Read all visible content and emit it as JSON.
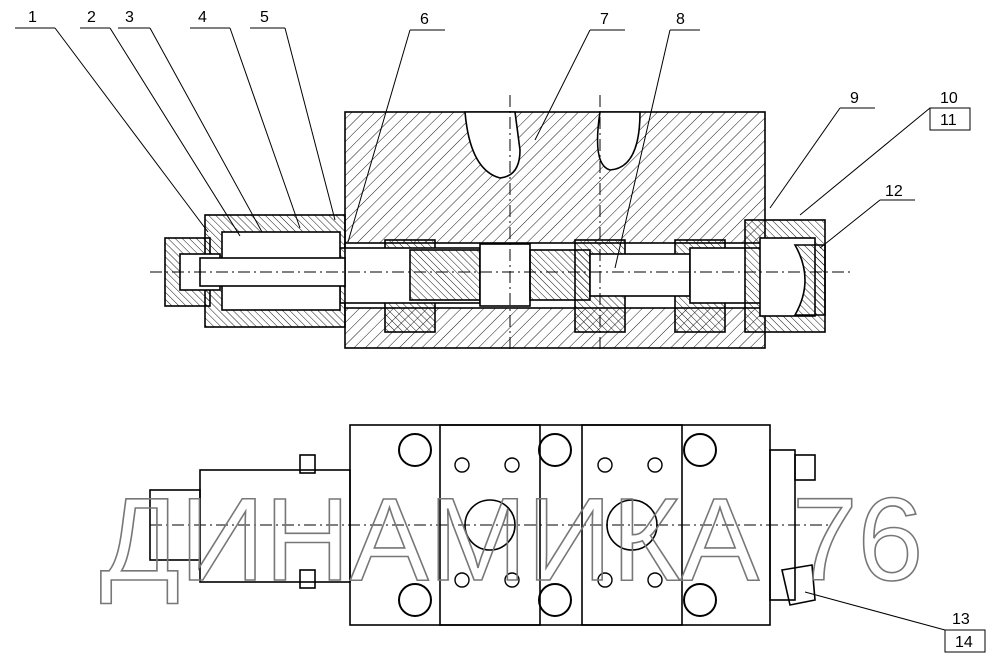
{
  "diagram": {
    "labels": [
      "1",
      "2",
      "3",
      "4",
      "5",
      "6",
      "7",
      "8",
      "9",
      "10",
      "11",
      "12",
      "13",
      "14"
    ],
    "watermark": "ДИНАМИКА 76"
  },
  "colors": {
    "line": "#000000",
    "watermark": "#777777"
  }
}
